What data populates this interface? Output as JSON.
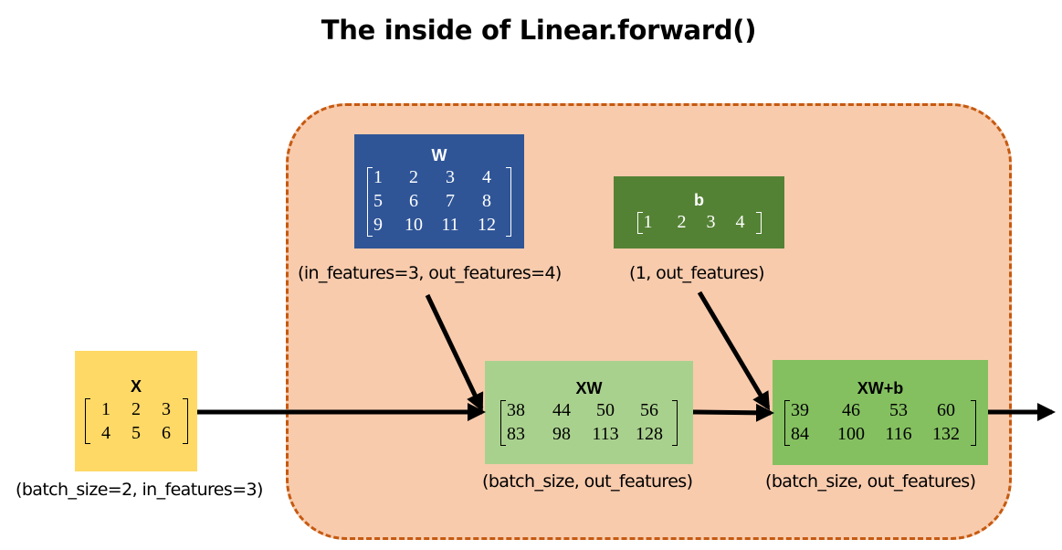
{
  "title": "The inside of Linear.forward()",
  "x": {
    "label": "X",
    "rows": [
      [
        "1",
        "2",
        "3"
      ],
      [
        "4",
        "5",
        "6"
      ]
    ],
    "shape": "(batch_size=2, in_features=3)"
  },
  "w": {
    "label": "W",
    "rows": [
      [
        "1",
        "2",
        "3",
        "4"
      ],
      [
        "5",
        "6",
        "7",
        "8"
      ],
      [
        "9",
        "10",
        "11",
        "12"
      ]
    ],
    "shape": "(in_features=3, out_features=4)"
  },
  "b": {
    "label": "b",
    "rows": [
      [
        "1",
        "2",
        "3",
        "4"
      ]
    ],
    "shape": "(1, out_features)"
  },
  "xw": {
    "label": "XW",
    "rows": [
      [
        "38",
        "44",
        "50",
        "56"
      ],
      [
        "83",
        "98",
        "113",
        "128"
      ]
    ],
    "shape": "(batch_size, out_features)"
  },
  "xwb": {
    "label": "XW+b",
    "rows": [
      [
        "39",
        "46",
        "53",
        "60"
      ],
      [
        "84",
        "100",
        "116",
        "132"
      ]
    ],
    "shape": "(batch_size, out_features)"
  },
  "colors": {
    "region_fill": "#f8cbad",
    "region_border": "#c55a11",
    "x_box": "#ffd966",
    "w_box": "#2f5597",
    "b_box": "#548235",
    "xw_box": "#a9d18e",
    "xwb_box": "#84c060"
  }
}
